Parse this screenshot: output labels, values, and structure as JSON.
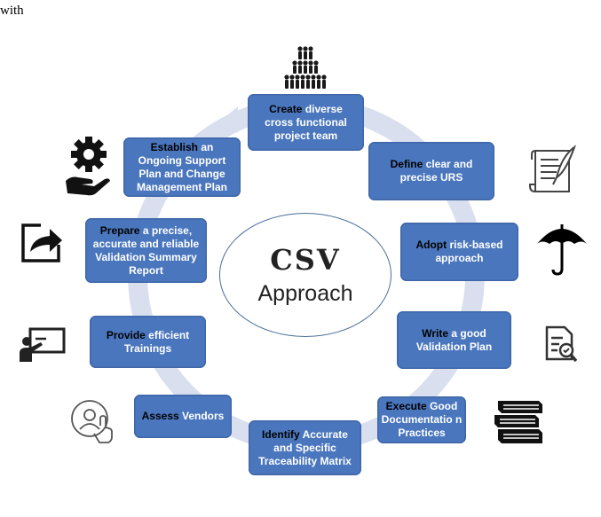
{
  "intro_text": "with",
  "center": {
    "title": "CSV",
    "subtitle": "Approach"
  },
  "steps": [
    {
      "keyword": "Create",
      "rest": " diverse cross functional project team"
    },
    {
      "keyword": "Define",
      "rest": " clear and precise URS"
    },
    {
      "keyword": "Adopt",
      "rest": " risk-based approach"
    },
    {
      "keyword": "Write",
      "rest": " a good Validation Plan"
    },
    {
      "keyword": "Execute",
      "rest": " Good Documentatio n Practices"
    },
    {
      "keyword": "Identify",
      "rest": " Accurate and Specific Traceability Matrix"
    },
    {
      "keyword": "Assess",
      "rest": " Vendors"
    },
    {
      "keyword": "Provide",
      "rest": " efficient Trainings"
    },
    {
      "keyword": "Prepare",
      "rest": "  a precise, accurate and reliable Validation Summary Report"
    },
    {
      "keyword": "Establish",
      "rest": " an Ongoing Support Plan and Change Management Plan"
    }
  ],
  "icons": [
    "people-pyramid-icon",
    "scroll-quill-icon",
    "umbrella-icon",
    "document-search-icon",
    "book-stack-icon",
    "fingerprint-touch-icon",
    "presentation-board-icon",
    "share-arrow-icon",
    "gear-hand-icon"
  ],
  "colors": {
    "box": "#4a76bd",
    "keyword": "#000000",
    "text": "#ffffff",
    "ring": "#d9dfee",
    "icon": "#1a1a1a"
  }
}
